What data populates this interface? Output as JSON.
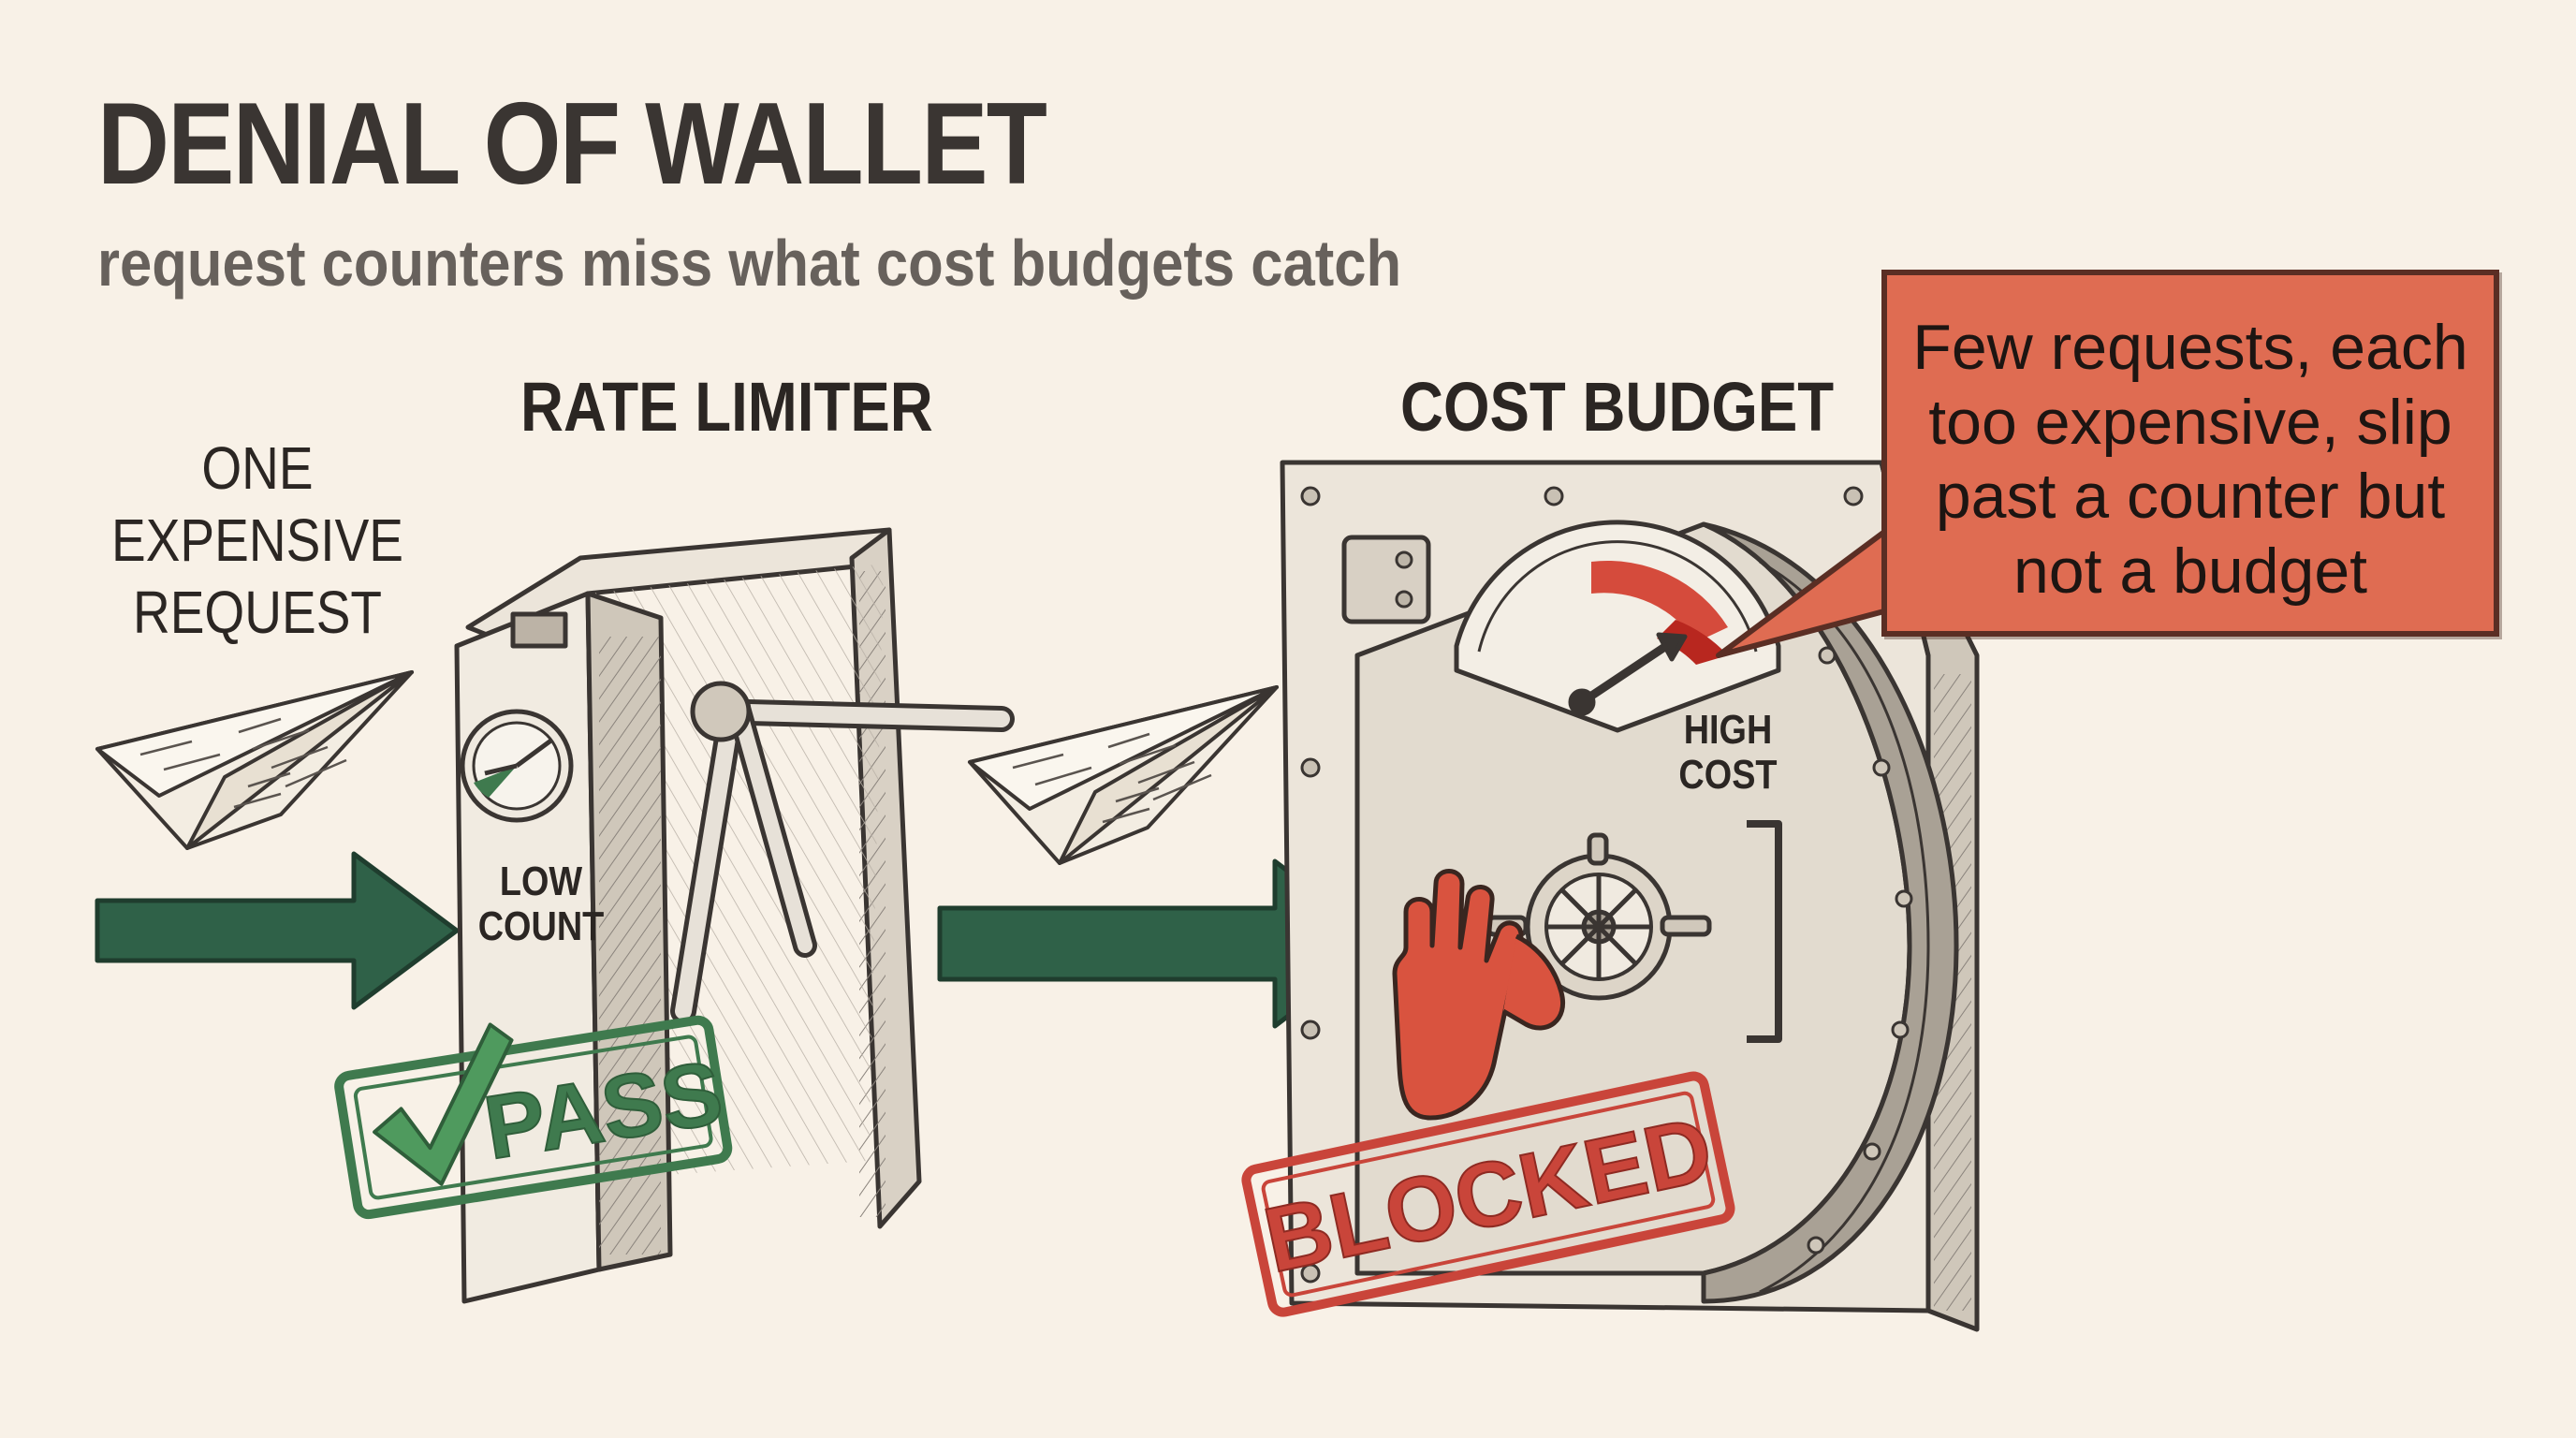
{
  "header": {
    "title": "DENIAL OF WALLET",
    "subtitle": "request counters miss what cost budgets catch"
  },
  "request": {
    "caption_lines": [
      "ONE",
      "EXPENSIVE",
      "REQUEST"
    ]
  },
  "rate_limiter": {
    "label": "RATE LIMITER",
    "gauge_lines": [
      "LOW",
      "COUNT"
    ],
    "stamp": "PASS"
  },
  "cost_budget": {
    "label": "COST BUDGET",
    "gauge_lines": [
      "HIGH",
      "COST"
    ],
    "stamp": "BLOCKED"
  },
  "callout": {
    "text": "Few requests, each too expensive, slip past a counter but not a budget"
  },
  "colors": {
    "background": "#f8f1e7",
    "ink": "#2b2623",
    "pass_green": "#3f7a4e",
    "arrow_green": "#2f6148",
    "block_red": "#c9453a",
    "callout_red": "#df6c52"
  },
  "icons": [
    "paper-plane-icon",
    "arrow-right-icon",
    "turnstile-icon",
    "dial-gauge-icon",
    "vault-door-icon",
    "stop-hand-icon",
    "checkmark-icon"
  ]
}
